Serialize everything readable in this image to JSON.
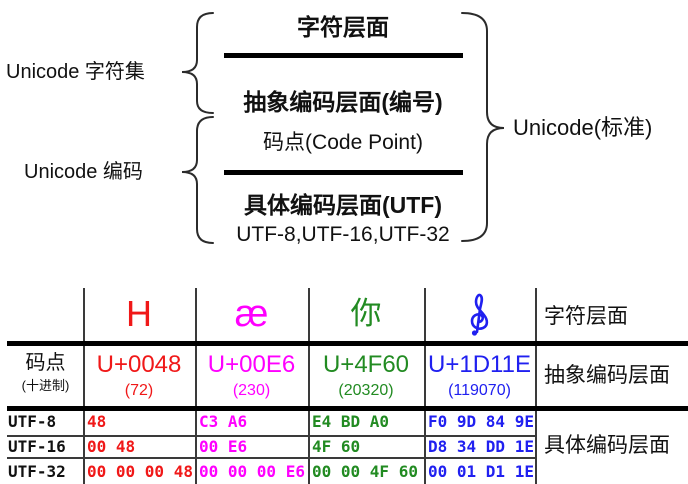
{
  "diagram": {
    "charset_label": "Unicode 字符集",
    "encoding_label": "Unicode 编码",
    "standard_label": "Unicode(标准)",
    "char_layer_title": "字符层面",
    "abstract_layer_title": "抽象编码层面(编号)",
    "code_point_line": "码点(Code Point)",
    "concrete_layer_title": "具体编码层面(UTF)",
    "utf_forms_line": "UTF-8,UTF-16,UTF-32"
  },
  "table": {
    "row_labels": {
      "code_point": "码点",
      "decimal_note": "(十进制)",
      "utf8": "UTF-8",
      "utf16": "UTF-16",
      "utf32": "UTF-32"
    },
    "layer_labels": {
      "char_layer": "字符层面",
      "abstract_layer": "抽象编码层面",
      "concrete_layer": "具体编码层面"
    },
    "columns": [
      {
        "char": "H",
        "color": "#f01818",
        "code_point": "U+0048",
        "decimal": "(72)",
        "utf8": "48",
        "utf16": "00 48",
        "utf32": "00 00 00 48"
      },
      {
        "char": "æ",
        "color": "#ff00ff",
        "code_point": "U+00E6",
        "decimal": "(230)",
        "utf8": "C3 A6",
        "utf16": "00 E6",
        "utf32": "00 00 00 E6"
      },
      {
        "char": "你",
        "color": "#228b22",
        "code_point": "U+4F60",
        "decimal": "(20320)",
        "utf8": "E4 BD A0",
        "utf16": "4F 60",
        "utf32": "00 00 4F 60"
      },
      {
        "char": "𝄞",
        "char_icon": "treble-clef-icon",
        "color": "#2020f0",
        "code_point": "U+1D11E",
        "decimal": "(119070)",
        "utf8": "F0 9D 84 9E",
        "utf16": "D8 34 DD 1E",
        "utf32": "00 01 D1 1E"
      }
    ]
  },
  "colors": {
    "line_thick": "#000000",
    "line_thin": "#3a3a3a",
    "brace": "#2b2b2b"
  }
}
